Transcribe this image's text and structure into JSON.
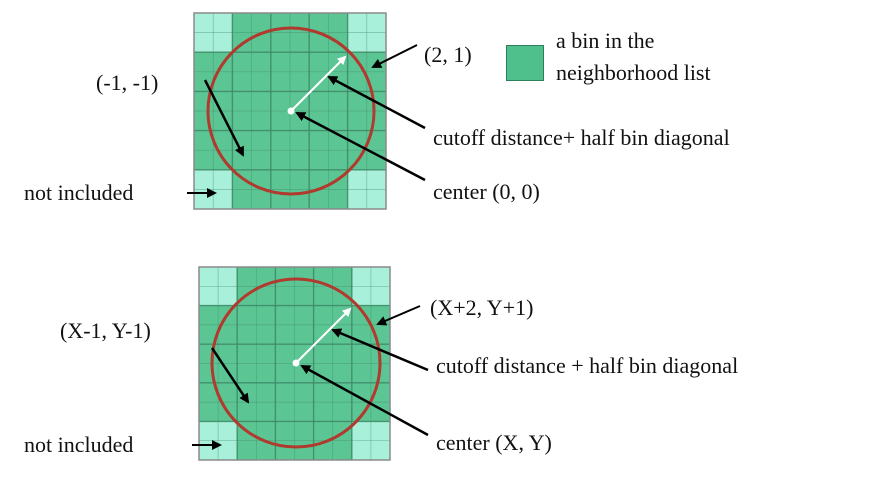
{
  "colors": {
    "bin_included": "#5cc594",
    "bin_excluded": "#a8f0da",
    "grid_line": "#3f8a68",
    "outer_border": "#8a8a8a",
    "circle": "#b03a2e",
    "vector": "#ffffff",
    "arrow": "#000000"
  },
  "legend": {
    "line1": "a bin in the",
    "line2": "neighborhood list"
  },
  "top_panel": {
    "corner_label": "(-1, -1)",
    "far_label": "(2, 1)",
    "vector_label": "cutoff distance+ half bin diagonal",
    "center_label": "center (0, 0)",
    "excluded_label": "not included"
  },
  "bottom_panel": {
    "corner_label": "(X-1, Y-1)",
    "far_label": "(X+2, Y+1)",
    "vector_label": "cutoff distance + half bin diagonal",
    "center_label": "center (X, Y)",
    "excluded_label": "not included"
  }
}
